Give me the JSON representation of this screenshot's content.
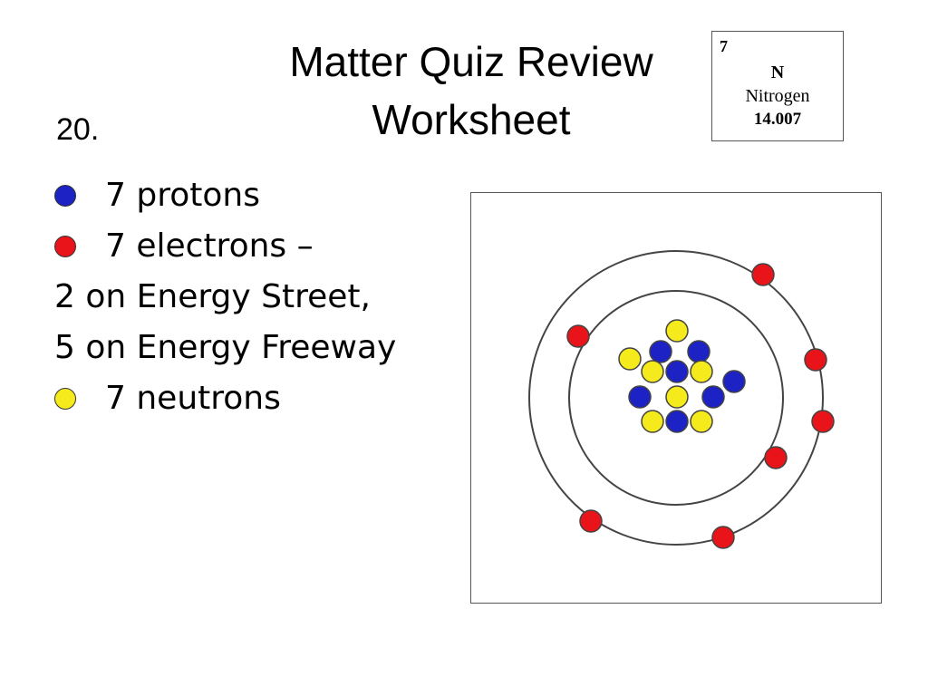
{
  "slide": {
    "title_line1": "Matter Quiz Review",
    "title_line2": "Worksheet",
    "question_number": "20."
  },
  "element": {
    "atomic_number": "7",
    "symbol": "N",
    "name": "Nitrogen",
    "atomic_mass": "14.007"
  },
  "legend": {
    "protons": "7 protons",
    "electrons": "7 electrons –",
    "electrons_shell1": "2 on Energy Street,",
    "electrons_shell2": "5 on Energy Freeway",
    "neutrons": "7 neutrons"
  },
  "colors": {
    "proton": "#1d22c4",
    "electron": "#e8141a",
    "neutron": "#f5ea1c"
  },
  "atom": {
    "protons": 7,
    "neutrons": 7,
    "electrons_inner_shell": 2,
    "electrons_outer_shell": 5
  }
}
